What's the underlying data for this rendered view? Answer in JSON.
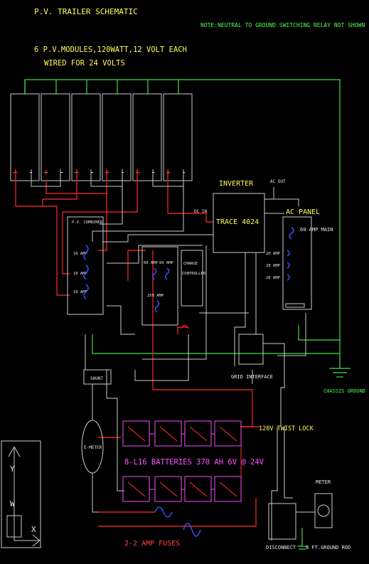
{
  "title": "P.V. TRAILER SCHEMATIC",
  "note": "NOTE:NEUTRAL TO GROUND SWITCHING RELAY NOT SHOWN",
  "modules_desc_line1": "6 P.V.MODULES,120WATT,12 VOLT EACH",
  "modules_desc_line2": "WIRED FOR 24 VOLTS",
  "plus_sign": "+",
  "minus_sign": "-",
  "inverter_label": "INVERTER",
  "inverter_model": "TRACE 4024",
  "ac_out": "AC OUT",
  "dc_in": "DC IN",
  "ac_panel": "AC PANEL",
  "main_breaker": "60 AMP MAIN",
  "ac_breakers": [
    "20 AMP",
    "20 AMP",
    "20 AMP"
  ],
  "pv_combiner": "P.V. COMBINER",
  "combiner_breakers": [
    "10 AMP",
    "10 AMP",
    "10 AMP"
  ],
  "disconnect_small": [
    "60 AMP",
    "60 AMP"
  ],
  "disconnect_main": "250 AMP",
  "charge_controller": [
    "CHARGE",
    "CONTROLLER"
  ],
  "grid_interface": "GRID INTERFACE",
  "chassis_ground": "CHASSIS GROUND",
  "shunt": "SHUNT",
  "e_meter": "E-METER",
  "battery_label": "8-L16 BATTERIES 370 AH 6V @ 24V",
  "twist_lock": "120V TWIST LOCK",
  "meter": "METER",
  "fuses": "2-2 AMP FUSES",
  "disconnect": "DISCONNECT",
  "ground_rod": "8 FT.GROUND ROD",
  "axis_labels": {
    "y": "Y",
    "w": "W",
    "x": "X"
  },
  "colors": {
    "bg": "#000000",
    "wire_green": "#44dd44",
    "wire_red": "#dd2222",
    "wire_white": "#cccccc",
    "battery": "#cc44cc",
    "fuse": "#3355ff",
    "text_yellow": "#ffff55",
    "text_green": "#55ff55"
  }
}
